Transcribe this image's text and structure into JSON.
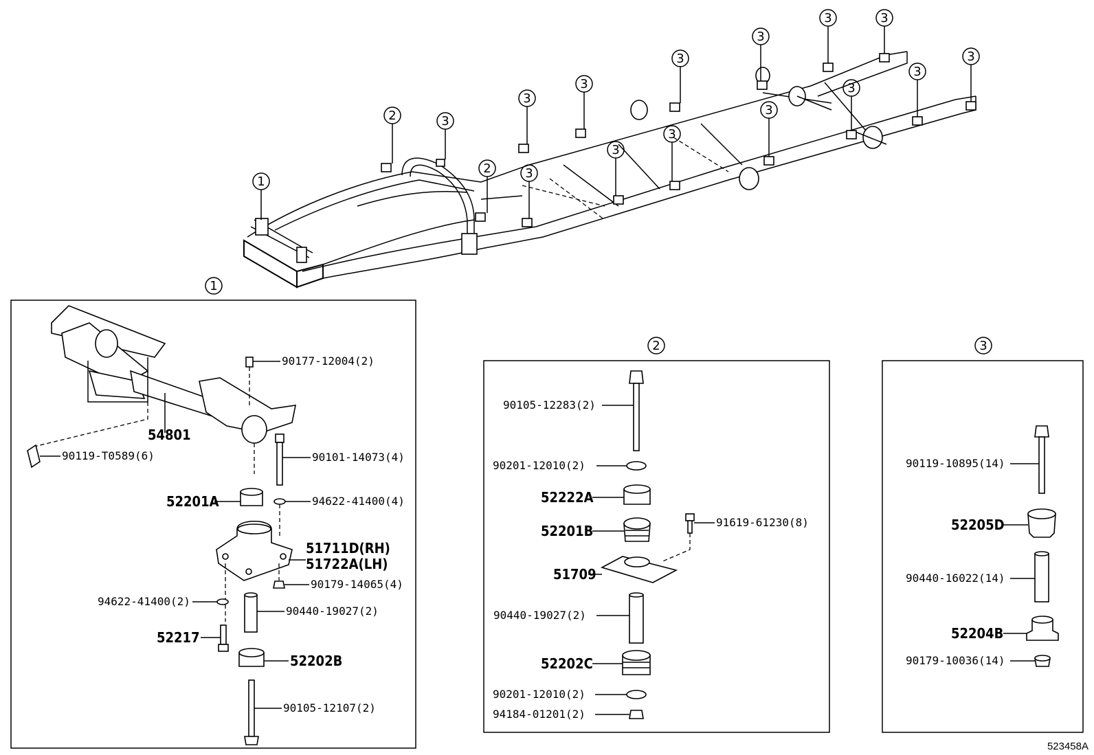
{
  "callout_1": "1",
  "callout_2": "2",
  "callout_3": "3",
  "reference_code": "523458A",
  "group1": {
    "callout": "1",
    "parts": {
      "p54801": "54801",
      "p90177": "90177-12004(2)",
      "p90119": "90119-T0589(6)",
      "p90101": "90101-14073(4)",
      "p52201A": "52201A",
      "p94622a": "94622-41400(4)",
      "p51711D": "51711D(RH)",
      "p51722A": "51722A(LH)",
      "p90179": "90179-14065(4)",
      "p94622b": "94622-41400(2)",
      "p90440": "90440-19027(2)",
      "p52217": "52217",
      "p52202B": "52202B",
      "p90105": "90105-12107(2)"
    }
  },
  "group2": {
    "callout": "2",
    "parts": {
      "p90105": "90105-12283(2)",
      "p90201a": "90201-12010(2)",
      "p52222A": "52222A",
      "p52201B": "52201B",
      "p91619": "91619-61230(8)",
      "p51709": "51709",
      "p90440": "90440-19027(2)",
      "p52202C": "52202C",
      "p90201b": "90201-12010(2)",
      "p94184": "94184-01201(2)"
    }
  },
  "group3": {
    "callout": "3",
    "parts": {
      "p90119": "90119-10895(14)",
      "p52205D": "52205D",
      "p90440": "90440-16022(14)",
      "p52204B": "52204B",
      "p90179": "90179-10036(14)"
    }
  }
}
